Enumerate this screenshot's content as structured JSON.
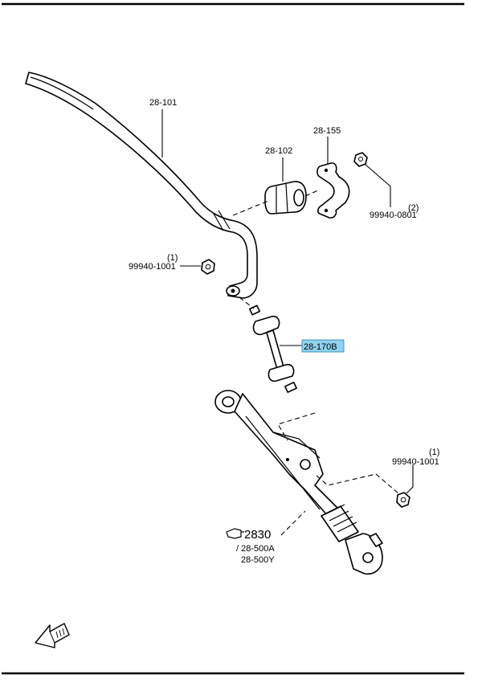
{
  "diagram": {
    "highlight_color": "#8fd3f0",
    "labels": {
      "stabilizer": "28-101",
      "bushing": "28-102",
      "bracket": "28-155",
      "nut_upper_right_qty": "(2)",
      "nut_upper_right_code": "99940-0801",
      "nut_left_qty": "(1)",
      "nut_left_code": "99940-1001",
      "link": "28-170B",
      "nut_lower_right_qty": "(1)",
      "nut_lower_right_code": "99940-1001",
      "control_arm_ref": "2830",
      "control_arm_alt1": "/ 28-500A",
      "control_arm_alt2": "28-500Y"
    },
    "icons": [
      "pointing-hand-icon",
      "front-direction-arrow-icon"
    ]
  }
}
